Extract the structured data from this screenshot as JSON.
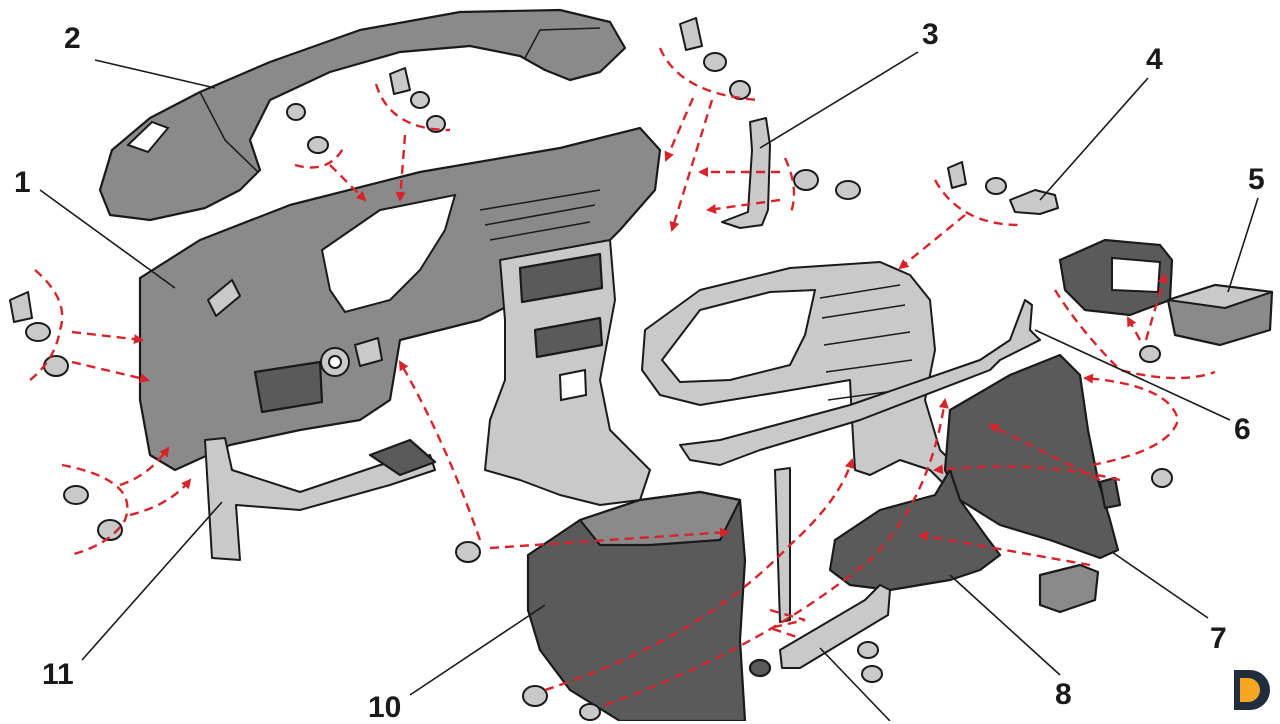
{
  "callouts": [
    {
      "id": "1",
      "label": "1"
    },
    {
      "id": "2",
      "label": "2"
    },
    {
      "id": "3",
      "label": "3"
    },
    {
      "id": "4",
      "label": "4"
    },
    {
      "id": "5",
      "label": "5"
    },
    {
      "id": "6",
      "label": "6"
    },
    {
      "id": "7",
      "label": "7"
    },
    {
      "id": "8",
      "label": "8"
    },
    {
      "id": "10",
      "label": "10"
    },
    {
      "id": "11",
      "label": "11"
    }
  ],
  "colors": {
    "arrow": "#d8232a",
    "logo_orange": "#f5a623",
    "logo_dark": "#1f2d3d"
  }
}
